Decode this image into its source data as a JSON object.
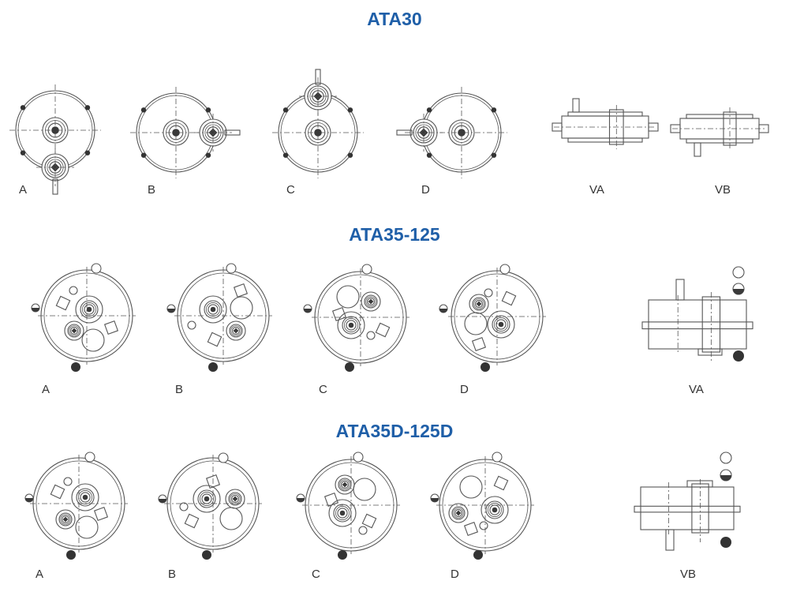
{
  "sections": [
    {
      "title": "ATA30",
      "labels": [
        "A",
        "B",
        "C",
        "D",
        "VA",
        "VB"
      ]
    },
    {
      "title": "ATA35-125",
      "labels": [
        "A",
        "B",
        "C",
        "D",
        "VA"
      ]
    },
    {
      "title": "ATA35D-125D",
      "labels": [
        "A",
        "B",
        "C",
        "D",
        "VB"
      ]
    }
  ],
  "colors": {
    "title": "#1f5fa8",
    "line": "#555555",
    "label": "#333333",
    "background": "#ffffff"
  }
}
